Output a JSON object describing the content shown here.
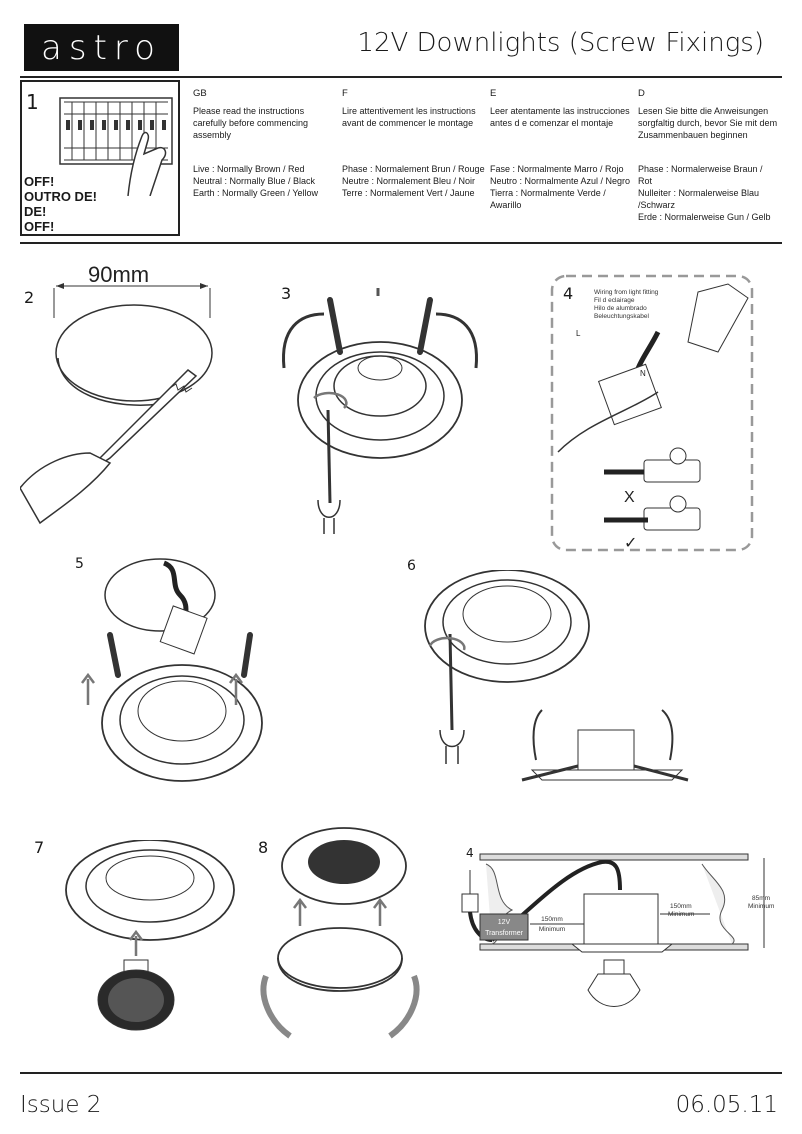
{
  "header": {
    "brand": "astro",
    "title": "12V Downlights (Screw Fixings)"
  },
  "step1": {
    "number": "1",
    "off_labels": [
      "OFF!",
      "OUTRO DE!",
      "DE!",
      "OFF!"
    ]
  },
  "languages": [
    {
      "code": "GB",
      "intro": "Please read the instructions carefully before commencing assembly",
      "wiring": [
        "Live : Normally Brown / Red",
        "Neutral : Normally Blue / Black",
        "Earth : Normally Green / Yellow"
      ]
    },
    {
      "code": "F",
      "intro": "Lire attentivement les instructions avant de commencer le montage",
      "wiring": [
        "Phase : Normalement Brun / Rouge",
        "Neutre : Normalement Bleu / Noir",
        "Terre : Normalement Vert / Jaune"
      ]
    },
    {
      "code": "E",
      "intro": "Leer atentamente las instrucciones antes d e comenzar el montaje",
      "wiring": [
        "Fase : Normalmente Marro / Rojo",
        "Neutro : Normalmente Azul / Negro",
        "Tierra : Normalmente Verde / Awarillo"
      ]
    },
    {
      "code": "D",
      "intro": "Lesen Sie bitte die Anweisungen sorgfaltig durch, bevor Sie mit dem Zusammenbauen beginnen",
      "wiring": [
        "Phase : Normalerweise Braun / Rot",
        "Nulleiter : Normalerweise Blau /Schwarz",
        "Erde : Normalerweise Gun / Gelb"
      ]
    }
  ],
  "steps": {
    "s2": "2",
    "s3": "3",
    "s4": "4",
    "s5": "5",
    "s6": "6",
    "s7": "7",
    "s8": "8",
    "s4b": "4"
  },
  "step2": {
    "dimension": "90mm"
  },
  "step4": {
    "wiring_labels": [
      "Wiring from light fitting",
      "Fil d eclairage",
      "Hilo de alumbrado",
      "Beleuchtungskabel"
    ],
    "terminal_L": "L",
    "terminal_N": "N",
    "wrong_mark": "X",
    "right_mark": "✓"
  },
  "install": {
    "transformer_line1": "12V",
    "transformer_line2": "Transformer",
    "clear_left_1": "150mm",
    "clear_left_2": "Minimum",
    "clear_right_1": "150mm",
    "clear_right_2": "Minimum",
    "depth_1": "85mm",
    "depth_2": "Minimum"
  },
  "footer": {
    "issue": "Issue 2",
    "date": "06.05.11"
  }
}
